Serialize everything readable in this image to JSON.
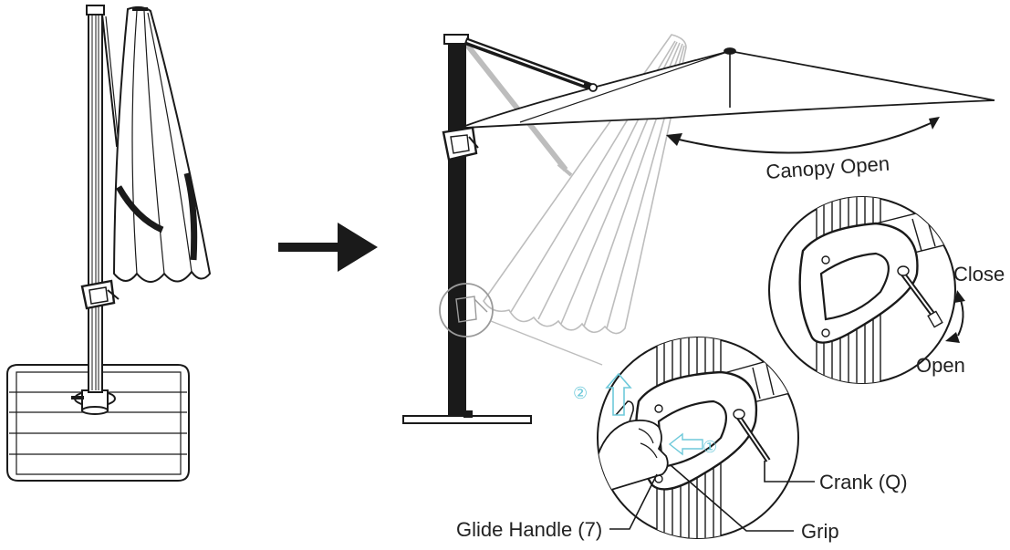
{
  "labels": {
    "canopy_open": "Canopy Open",
    "close": "Close",
    "open": "Open",
    "crank": "Crank (Q)",
    "glide_handle": "Glide Handle (7)",
    "grip": "Grip",
    "step1": "①",
    "step2": "②"
  },
  "colors": {
    "ink": "#1a1a1a",
    "faded": "#bdbdbd",
    "step_blue": "#6ec9da"
  }
}
